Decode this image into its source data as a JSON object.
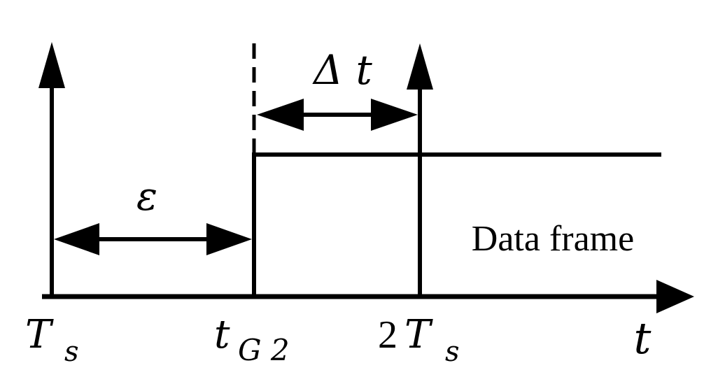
{
  "labels": {
    "ts_base": "T",
    "ts_sub": "s",
    "tg2_base": "t",
    "tg2_sub": "G 2",
    "two_ts_coef": "2",
    "two_ts_base": "T",
    "two_ts_sub": "s",
    "t_axis": "t",
    "delta_t": "Δ t",
    "epsilon": "ε",
    "data_frame": "Data frame"
  },
  "colors": {
    "stroke": "#000000",
    "background": "#ffffff"
  }
}
